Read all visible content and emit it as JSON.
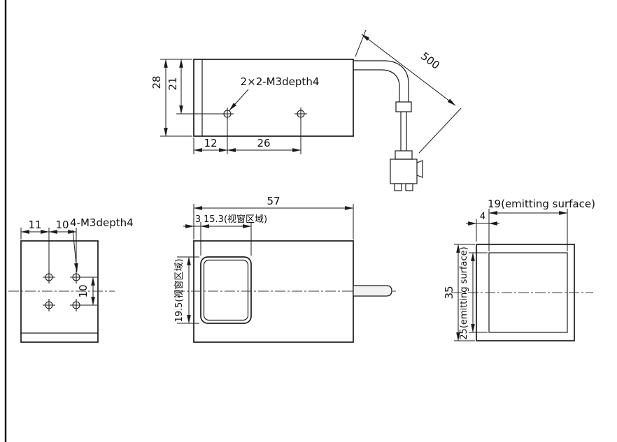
{
  "meta": {
    "line_color": "#1a1a1a",
    "background": "#ffffff",
    "drawing_type": "sensor dimensional drawing"
  },
  "top_view": {
    "dim_height": "28",
    "dim_hole_offset": "21",
    "holes_label": "2×2-M3depth4",
    "dim_hole_left": "12",
    "dim_hole_spacing": "26",
    "cable_length": "500"
  },
  "left_view": {
    "dim_edge": "11",
    "dim_spacing_h": "10",
    "holes_label": "4-M3depth4",
    "dim_spacing_v": "10"
  },
  "front_view": {
    "dim_width": "57",
    "dim_lip": "3",
    "window_width": "15.3(视窗区域)",
    "window_height": "19.5(视窗区域)"
  },
  "right_view": {
    "emit_width": "19(emitting surface)",
    "dim_margin": "4",
    "dim_height": "35",
    "emit_height": "25(emitting surface)"
  }
}
